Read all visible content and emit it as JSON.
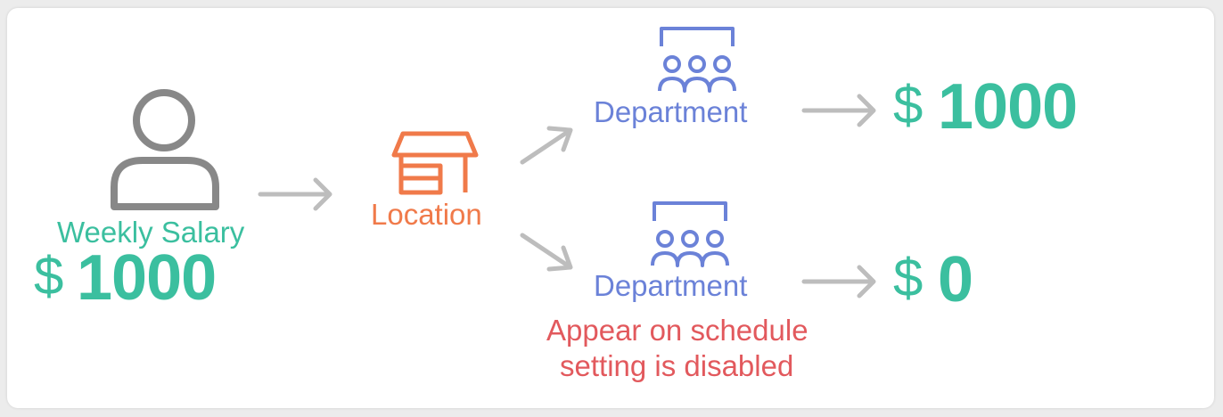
{
  "employee": {
    "icon": "person-icon",
    "label": "Weekly Salary",
    "currency": "$",
    "amount": "1000",
    "color": "#3bbf9f"
  },
  "location": {
    "icon": "store-icon",
    "label": "Location",
    "color": "#f07a4a"
  },
  "departments": [
    {
      "icon": "department-icon",
      "label": "Department",
      "currency": "$",
      "amount": "1000"
    },
    {
      "icon": "department-icon",
      "label": "Department",
      "currency": "$",
      "amount": "0",
      "note": [
        "Appear on schedule",
        "setting is disabled"
      ]
    }
  ],
  "colors": {
    "department": "#6b82d8",
    "amount": "#3bbf9f",
    "arrow": "#bdbdbd",
    "note": "#e2595d",
    "person_icon": "#888888"
  }
}
